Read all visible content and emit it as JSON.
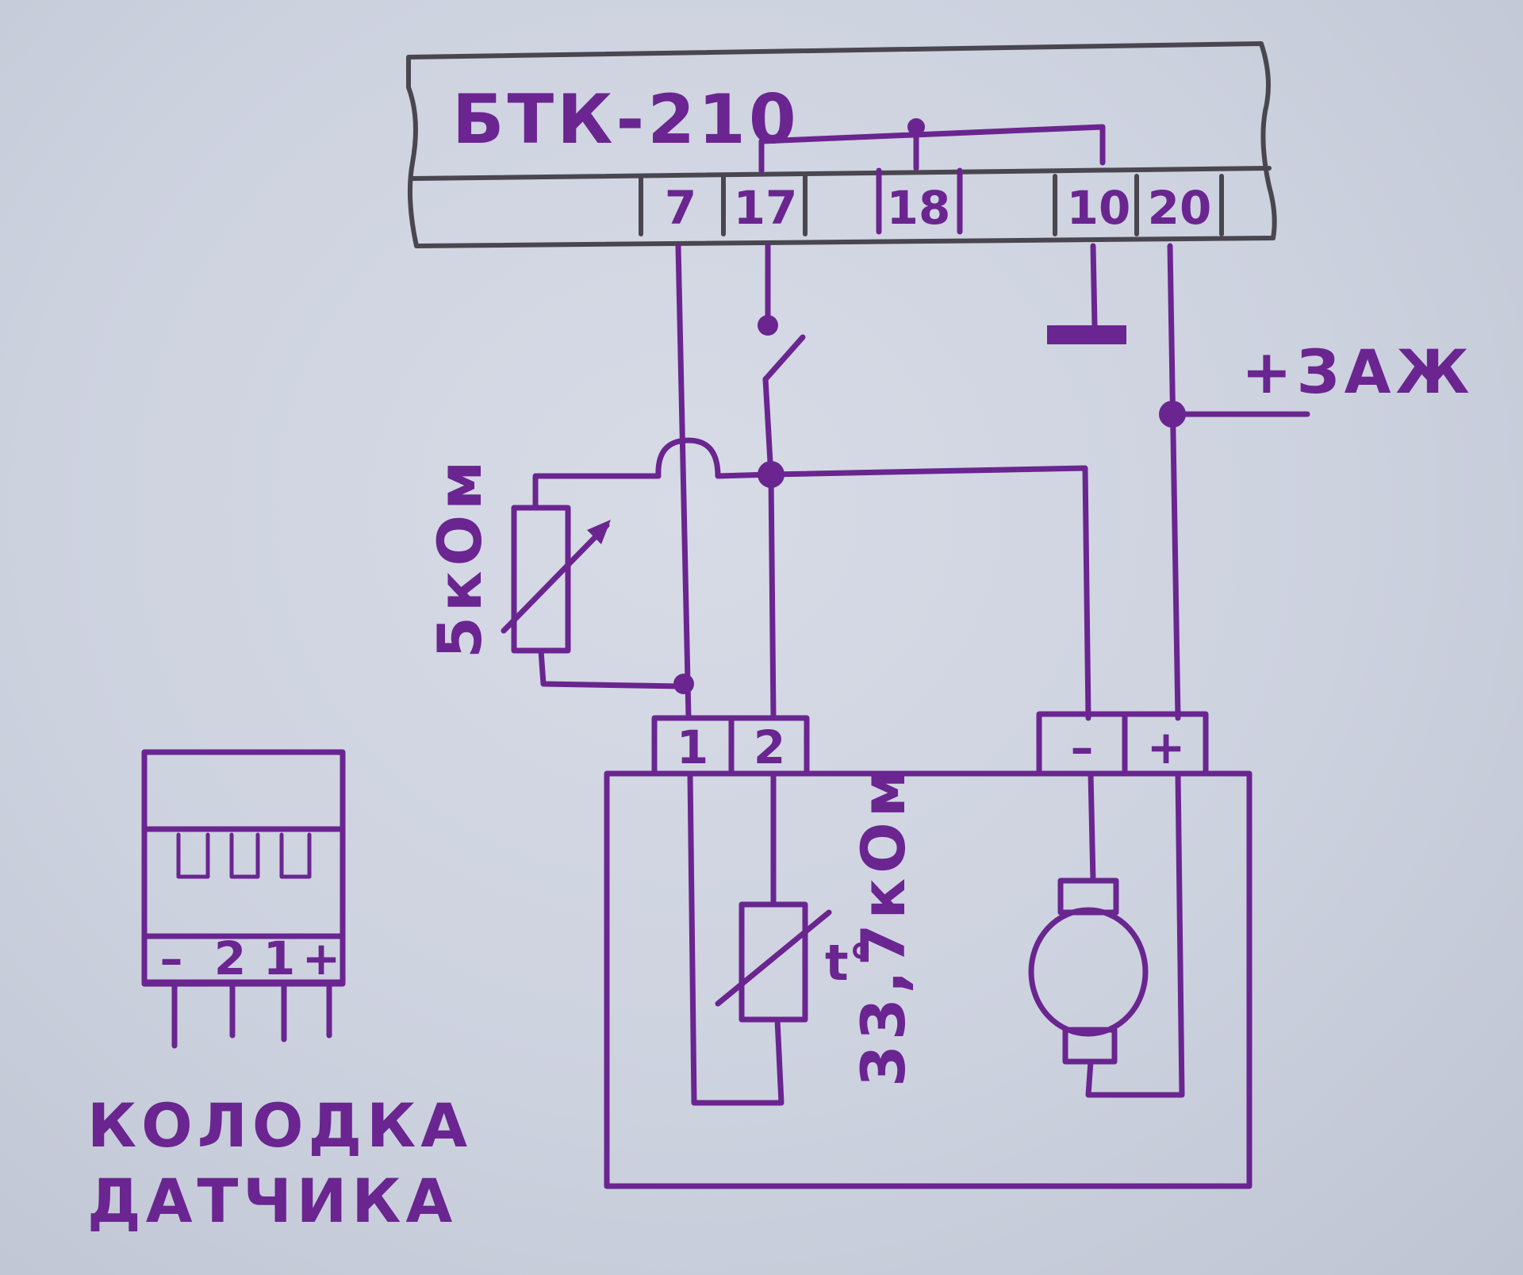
{
  "diagram": {
    "block": {
      "title": "БТК-210",
      "pins": [
        "7",
        "17",
        "18",
        "10",
        "20"
      ]
    },
    "supply_label": "+ЗАЖ",
    "potentiometer_label": "5кОм",
    "sensor": {
      "terminals": [
        "1",
        "2",
        "–",
        "+"
      ],
      "thermistor_label": "33,7кОм",
      "thermistor_symbol": "t°"
    },
    "connector": {
      "terminals": [
        "–",
        "2",
        "1",
        "+"
      ],
      "caption_line1": "КОЛОДКА",
      "caption_line2": "ДАТЧИКА"
    },
    "colors": {
      "ink": "#6a2590",
      "pencil": "#4a4650",
      "paper": "#d2d6e2"
    }
  }
}
